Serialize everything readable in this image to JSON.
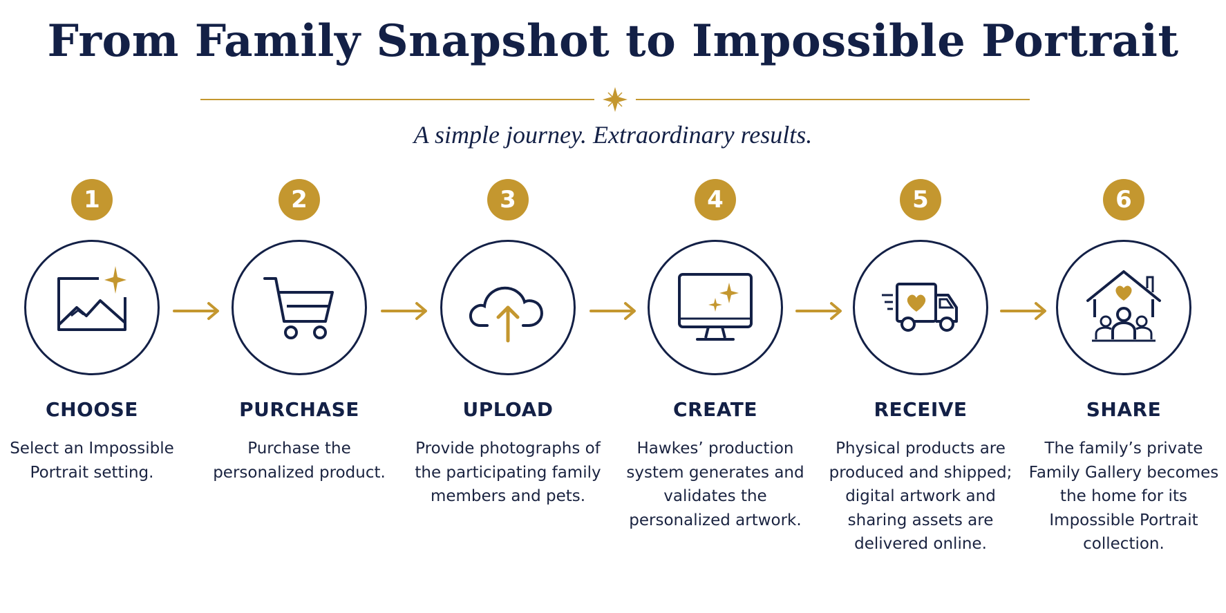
{
  "title": "From Family Snapshot to Impossible Portrait",
  "subtitle": "A simple journey. Extraordinary results.",
  "colors": {
    "navy": "#132046",
    "gold": "#C4972F",
    "background": "#ffffff"
  },
  "steps": [
    {
      "number": "1",
      "title": "CHOOSE",
      "desc": "Select an Impossible Portrait setting.",
      "icon": "landscape-sparkle-icon"
    },
    {
      "number": "2",
      "title": "PURCHASE",
      "desc": "Purchase the personalized product.",
      "icon": "shopping-cart-icon"
    },
    {
      "number": "3",
      "title": "UPLOAD",
      "desc": "Provide photographs of the participating family members and pets.",
      "icon": "cloud-upload-icon"
    },
    {
      "number": "4",
      "title": "CREATE",
      "desc": "Hawkes’ production system generates and validates the personalized artwork.",
      "icon": "monitor-sparkle-icon"
    },
    {
      "number": "5",
      "title": "RECEIVE",
      "desc": "Physical products are produced and shipped; digital artwork and sharing assets are delivered online.",
      "icon": "delivery-truck-icon"
    },
    {
      "number": "6",
      "title": "SHARE",
      "desc": "The family’s private Family Gallery becomes the home for its Impossible Portrait collection.",
      "icon": "family-home-icon"
    }
  ]
}
